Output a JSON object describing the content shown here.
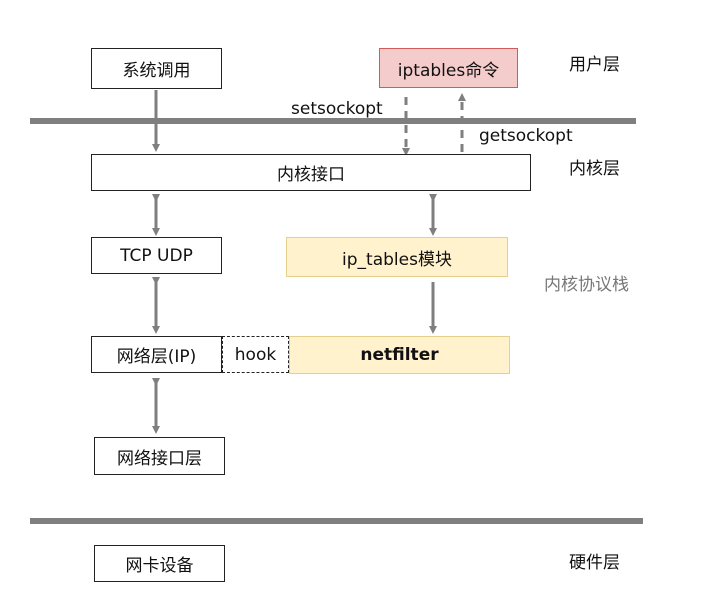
{
  "layers": {
    "user": "用户层",
    "kernel": "内核层",
    "stack": "内核协议栈",
    "hardware": "硬件层"
  },
  "boxes": {
    "syscall": "系统调用",
    "iptables_cmd": "iptables命令",
    "kernel_interface": "内核接口",
    "tcp_udp": "TCP UDP",
    "ip_tables_module": "ip_tables模块",
    "network_layer": "网络层(IP)",
    "hook": "hook",
    "netfilter": "netfilter",
    "net_interface_layer": "网络接口层",
    "nic_device": "网卡设备"
  },
  "calls": {
    "setsockopt": "setsockopt",
    "getsockopt": "getsockopt"
  },
  "colors": {
    "line": "#7f7f7f",
    "yellow_fill": "#fff2cc",
    "red_fill": "#f4cccc"
  }
}
